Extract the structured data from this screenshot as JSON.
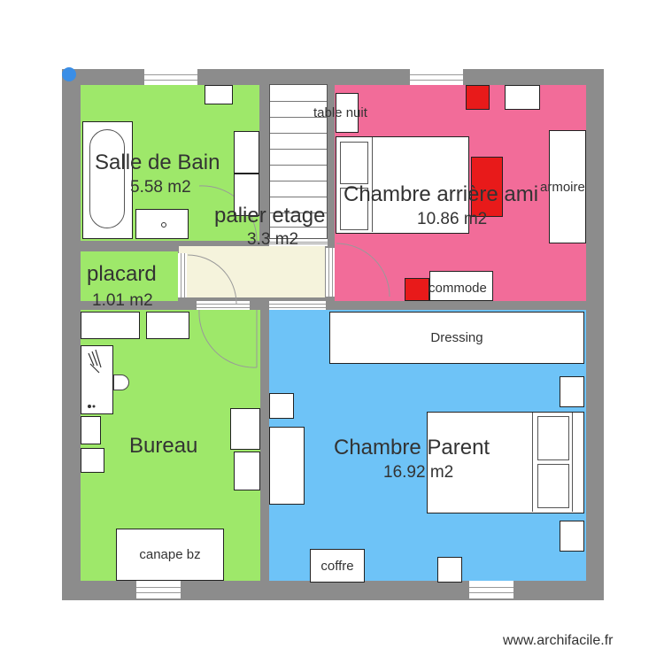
{
  "rooms": {
    "salle_de_bain": {
      "name": "Salle de Bain",
      "area": "5.58 m2"
    },
    "palier": {
      "name": "palier etage",
      "area": "3.3 m2"
    },
    "chambre_arriere": {
      "name": "Chambre arrière ami",
      "area": "10.86 m2"
    },
    "placard": {
      "name": "placard",
      "area": "1.01 m2"
    },
    "bureau": {
      "name": "Bureau"
    },
    "chambre_parent": {
      "name": "Chambre Parent",
      "area": "16.92 m2"
    }
  },
  "furniture": {
    "table_nuit": "table nuit",
    "armoire": "armoire",
    "commode": "commode",
    "dressing": "Dressing",
    "canape": "canape bz",
    "coffre": "coffre"
  },
  "watermark": "www.archifacile.fr",
  "colors": {
    "wall": "#8c8c8c",
    "green_room": "#9ee86a",
    "pink_room": "#f26c99",
    "blue_room": "#6ec3f7",
    "landing": "#f5f3dc",
    "red_furniture": "#e81a1a",
    "corner_marker": "#3a8ee6"
  }
}
